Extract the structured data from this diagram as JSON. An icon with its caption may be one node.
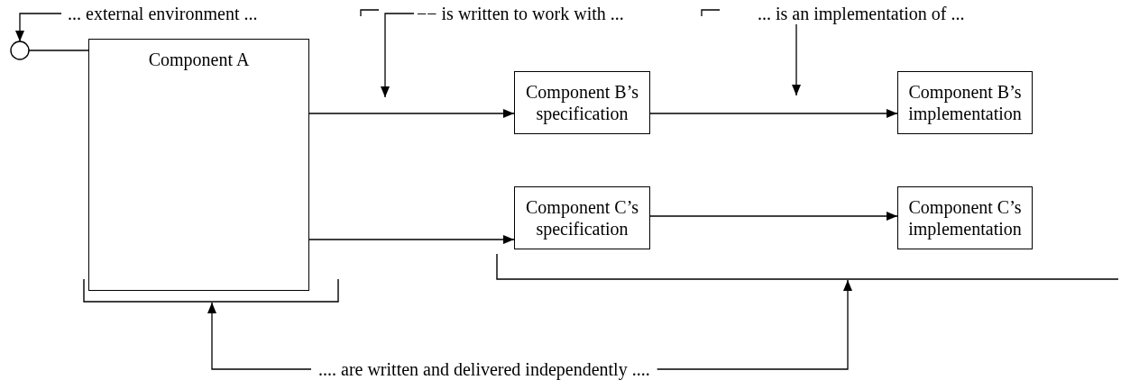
{
  "diagram": {
    "nodes": [
      {
        "text": [],
        "shape": "circle"
      },
      {
        "text": [
          "Component A"
        ]
      },
      {
        "text": [
          "Component B’s specification"
        ]
      },
      {
        "text": [
          "Component B’s implementation"
        ]
      },
      {
        "text": [
          "Component C’s specification"
        ]
      },
      {
        "text": [
          "Component C’s implementation"
        ]
      },
      {
        "text": [
          "... external environment ..."
        ]
      },
      {
        "text": [
          "−− is written to work with ..."
        ]
      },
      {
        "text": [
          "... is an implementation of ..."
        ]
      },
      {
        "text": [
          ".... are written and delivered independently ...."
        ]
      },
      {
        "text": [],
        "shape": "bracket"
      },
      {
        "text": [],
        "shape": "bracket"
      }
    ],
    "edges": [
      {
        "from": 0,
        "to": 1,
        "arrow": "none"
      },
      {
        "from": 1,
        "to": 2,
        "arrow": "to"
      },
      {
        "from": 1,
        "to": 4,
        "arrow": "to"
      },
      {
        "from": 2,
        "to": 3,
        "arrow": "to"
      },
      {
        "from": 4,
        "to": 5,
        "arrow": "to"
      },
      {
        "from": 6,
        "to": 0,
        "arrow": "to"
      },
      {
        "from": 7,
        "to": null,
        "arrow": "to"
      },
      {
        "from": 8,
        "to": null,
        "arrow": "to"
      },
      {
        "from": 9,
        "to": 10,
        "arrow": "to"
      },
      {
        "from": 9,
        "to": 11,
        "arrow": "to"
      }
    ]
  }
}
